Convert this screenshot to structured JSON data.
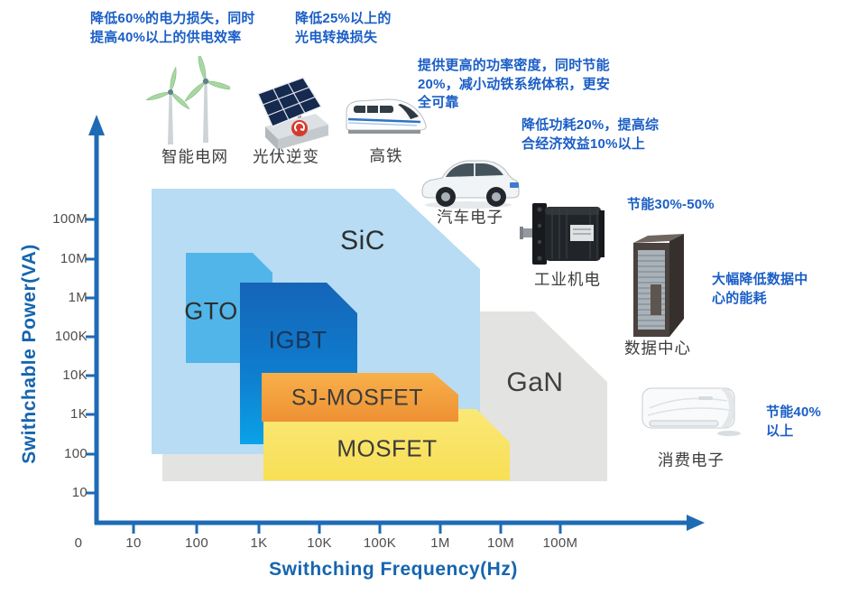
{
  "chart_data": {
    "type": "area",
    "title": "",
    "xlabel": "Swithching Frequency(Hz)",
    "ylabel": "Swithchable Power(VA)",
    "x_scale": "log",
    "y_scale": "log",
    "grid": false,
    "x_tick_labels": [
      "0",
      "10",
      "100",
      "1K",
      "10K",
      "100K",
      "1M",
      "10M",
      "100M"
    ],
    "y_tick_labels": [
      "100M",
      "10M",
      "1M",
      "100K",
      "10K",
      "1K",
      "100",
      "10"
    ],
    "axis_color": "#1e6bb5",
    "regions": [
      {
        "name": "GaN",
        "color": "#e3e3e2",
        "freq_range_hz": [
          30,
          500000000
        ],
        "power_range_va": [
          20,
          450000
        ]
      },
      {
        "name": "SiC",
        "color": "#b7dcf3",
        "freq_range_hz": [
          20,
          4000000
        ],
        "power_range_va": [
          100,
          600000000
        ]
      },
      {
        "name": "GTO",
        "color": "#51b5e9",
        "freq_range_hz": [
          60,
          1700
        ],
        "power_range_va": [
          20000,
          15000000
        ]
      },
      {
        "name": "IGBT",
        "color": "#1467bd",
        "freq_range_hz": [
          500,
          40000
        ],
        "power_range_va": [
          180,
          2500000
        ]
      },
      {
        "name": "MOSFET",
        "color": "#f9e465",
        "freq_range_hz": [
          1200,
          10000000
        ],
        "power_range_va": [
          20,
          1400
        ]
      },
      {
        "name": "SJ-MOSFET",
        "color": "#f5a843",
        "freq_range_hz": [
          1000,
          2000000
        ],
        "power_range_va": [
          700,
          12000
        ]
      }
    ]
  },
  "applications": [
    {
      "label": "智能电网",
      "icon": "wind-turbine-icon",
      "note": "降低60%的电力损失，同时\n提高40%以上的供电效率"
    },
    {
      "label": "光伏逆变",
      "icon": "solar-panel-icon",
      "note": "降低25%以上的\n光电转换损失"
    },
    {
      "label": "高铁",
      "icon": "train-icon",
      "note": "提供更高的功率密度，同时节能\n20%，减小动铁系统体积，更安\n全可靠"
    },
    {
      "label": "汽车电子",
      "icon": "car-icon",
      "note": "降低功耗20%，提高综\n合经济效益10%以上"
    },
    {
      "label": "工业机电",
      "icon": "motor-icon",
      "note": "节能30%-50%"
    },
    {
      "label": "数据中心",
      "icon": "server-rack-icon",
      "note": "大幅降低数据中\n心的能耗"
    },
    {
      "label": "消费电子",
      "icon": "air-conditioner-icon",
      "note": "节能40%\n以上"
    }
  ],
  "colors": {
    "axis_blue": "#1e6bb5",
    "annotation_blue": "#1a5ec6",
    "axis_label_blue": "#1565af",
    "tick_gray": "#4d4d4d"
  }
}
